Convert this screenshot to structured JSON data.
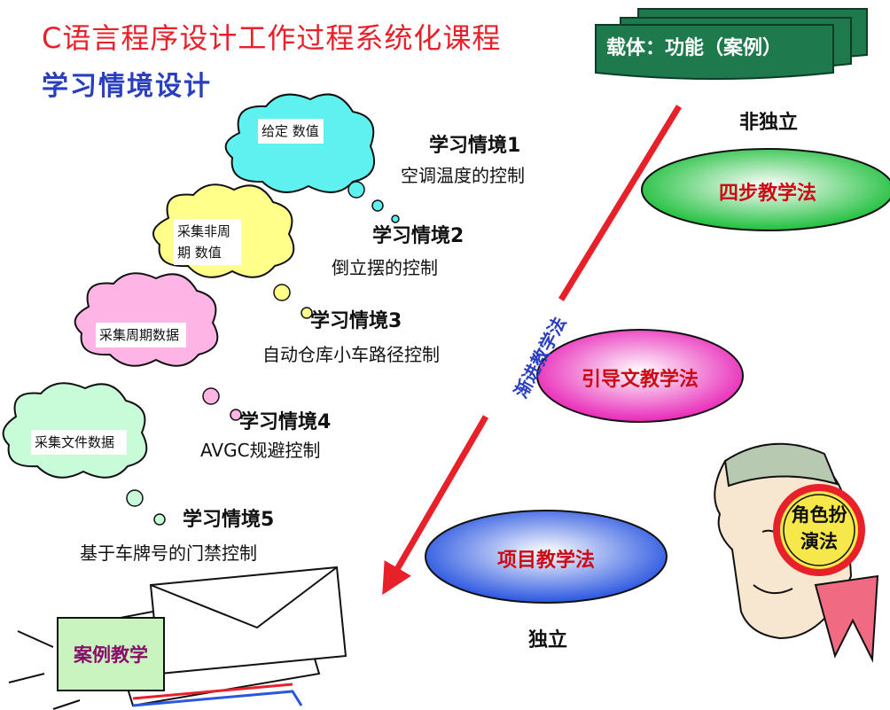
{
  "title": "C语言程序设计工作过程系统化课程",
  "subtitle": "学习情境设计",
  "carrier_label": "载体：功能（案例）",
  "non_independent": "非独立",
  "independent": "独立",
  "arrow_label": "教学法",
  "arrow_label_extra": "渐进",
  "situations": [
    {
      "title": "学习情境1",
      "desc": "空调温度的控制",
      "cloud": "给定 数值"
    },
    {
      "title": "学习情境2",
      "desc": "倒立摆的控制",
      "cloud": "采集非周期 数值"
    },
    {
      "title": "学习情境3",
      "desc": "自动仓库小车路径控制",
      "cloud": "采集周期数据"
    },
    {
      "title": "学习情境4",
      "desc": "AVGC规避控制",
      "cloud": "采集文件数据"
    },
    {
      "title": "学习情境5",
      "desc": "基于车牌号的门禁控制"
    }
  ],
  "methods": [
    {
      "label": "四步教学法",
      "color": "#1fbf3c"
    },
    {
      "label": "引导文教学法",
      "color": "#e828b8"
    },
    {
      "label": "项目教学法",
      "color": "#2a56e0"
    }
  ],
  "role_play": "角色扮演法",
  "case_teaching": "案例教学",
  "colors": {
    "title": "#e8202a",
    "subtitle": "#2a3fbf",
    "arrow": "#e8202a",
    "carrier_bg": "#1e7a4c"
  }
}
